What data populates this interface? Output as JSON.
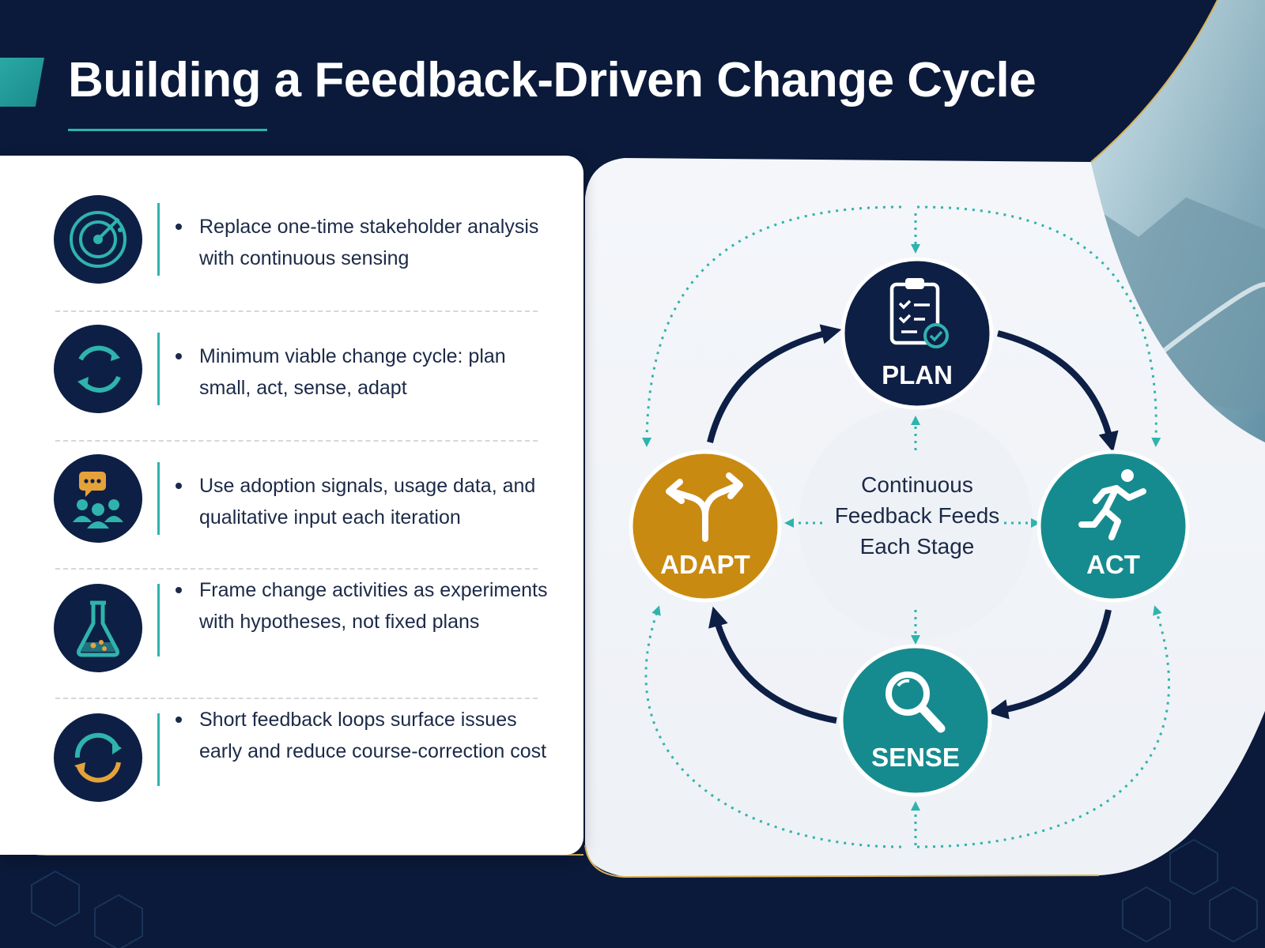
{
  "title": "Building a Feedback-Driven Change Cycle",
  "bullets": [
    {
      "icon": "radar-icon",
      "text": "Replace one-time stakeholder analysis with continuous sensing"
    },
    {
      "icon": "cycle-arrows-icon",
      "text": "Minimum viable change cycle: plan small, act, sense, adapt"
    },
    {
      "icon": "people-feedback-icon",
      "text": "Use adoption signals, usage data, and qualitative input each iteration"
    },
    {
      "icon": "flask-icon",
      "text": "Frame change activities as experiments with hypotheses, not fixed plans"
    },
    {
      "icon": "loop-arrows-icon",
      "text": "Short feedback loops surface issues early and reduce course-correction cost"
    }
  ],
  "cycle": {
    "center": "Continuous Feedback Feeds Each Stage",
    "nodes": [
      {
        "label": "PLAN",
        "icon": "clipboard-check-icon",
        "color": "#0e1f45"
      },
      {
        "label": "ACT",
        "icon": "running-person-icon",
        "color": "#168b8f"
      },
      {
        "label": "SENSE",
        "icon": "magnifier-icon",
        "color": "#168b8f"
      },
      {
        "label": "ADAPT",
        "icon": "split-arrows-icon",
        "color": "#c98a12"
      }
    ]
  },
  "colors": {
    "navy": "#0b1a3a",
    "teal": "#2fb3ad",
    "gold": "#c98a12",
    "panel": "#ffffff"
  }
}
